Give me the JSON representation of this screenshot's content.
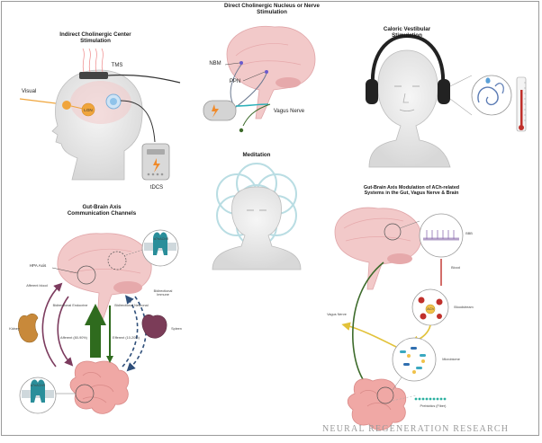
{
  "panels": {
    "indirect": {
      "title": "Indirect Cholinergic Center Stimulation",
      "visual": "Visual",
      "lgn": "LGN",
      "tms": "TMS",
      "tdcs": "tDCS"
    },
    "direct": {
      "title": "Direct Cholinergic Nucleus or Nerve Stimulation",
      "nbm": "NBM",
      "ppn": "PPN",
      "vagus": "Vagus Nerve"
    },
    "caloric": {
      "title": "Caloric Vestibular Stimulation"
    },
    "meditation": {
      "title": "Meditation"
    },
    "gutbrain_channels": {
      "title": "Gut-Brain Axis Communication Channels",
      "hpa": "HPA Axis",
      "receptor_top": "α7nAChR",
      "receptor_bottom": "α7nAChR",
      "afferent_blood": "Afferent blood",
      "bidir_endocrine": "Bidirectional Endocrine",
      "afferent_vagal": "Afferent (80-90%)",
      "efferent_vagal": "Efferent (10-20%)",
      "bidir_neuronal": "Bidirectional Neuronal",
      "bidir_immune": "Bidirectional Immune",
      "kidney": "Kidney",
      "spleen": "Spleen"
    },
    "gutbrain_modulation": {
      "title": "Gut-Brain Axis Modulation of ACh-related Systems in the Gut, Vagus Nerve & Brain",
      "bbb": "BBB",
      "blood": "Blood",
      "bloodstream": "Bloodstream",
      "ach": "ACh",
      "vagus": "Vagus Nerve",
      "microbiome": "Microbiome",
      "prebiotics": "Prebiotics (Fiber)"
    }
  },
  "watermark": "NEURAL REGENERATION RESEARCH",
  "colors": {
    "brain_pink": "#f2c9c9",
    "brain_dark": "#e6a9ab",
    "skin": "#e7e7e7",
    "skin_line": "#b9b9b9",
    "gut_pink": "#f0a8a5",
    "gut_dark": "#d98a88",
    "arrow_green": "#2f6b1e",
    "arrow_purple": "#7c3b5e",
    "arrow_blue": "#2f4f7a",
    "nerve_green": "#3d6b2b",
    "teal": "#2bb0b9",
    "lgn_orange": "#f0a53c",
    "blood_red": "#c0302b"
  },
  "icons": [
    "coil-icon",
    "tdcs-device-icon",
    "stimulator-icon",
    "headphones-icon",
    "thermometer-icon",
    "ear-inner-icon",
    "flower-of-life-icon",
    "receptor-icon",
    "kidney-icon",
    "spleen-icon",
    "blood-cell-icon",
    "bacteria-icon",
    "fiber-icon"
  ]
}
